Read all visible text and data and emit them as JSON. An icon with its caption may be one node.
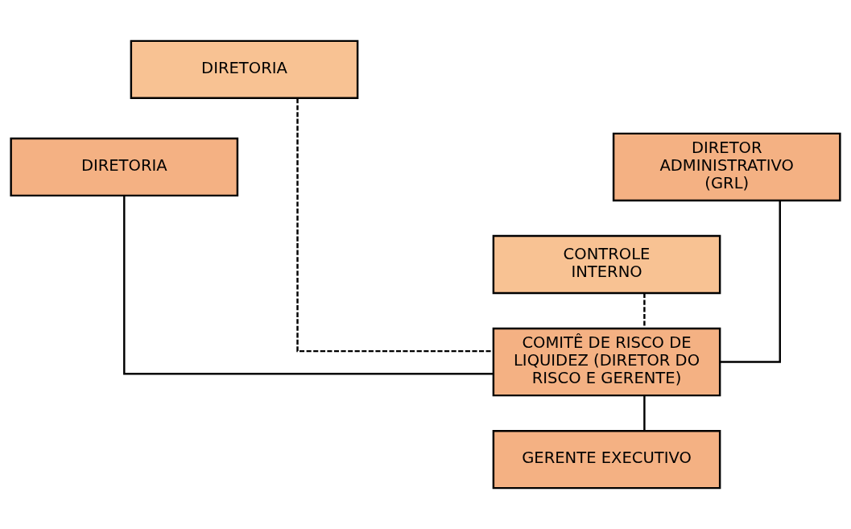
{
  "diagram": {
    "nodes": [
      {
        "text": [
          "DIRETORIA"
        ]
      },
      {
        "text": [
          "DIRETOR ADMINISTRATIVO (GRL)"
        ]
      },
      {
        "text": [
          "DIRETORIA"
        ]
      },
      {
        "text": [
          "CONTROLE INTERNO"
        ]
      },
      {
        "text": [
          "COMITÊ DE RISCO DE LIQUIDEZ (DIRETOR DO RISCO E GERENTE)"
        ]
      },
      {
        "text": [
          "GERENTE EXECUTIVO"
        ]
      }
    ],
    "edges": [
      {
        "from": 0,
        "to": 4,
        "arrow": "none",
        "style": "dashed"
      },
      {
        "from": 1,
        "to": 4,
        "arrow": "none"
      },
      {
        "from": 2,
        "to": 4,
        "arrow": "none"
      },
      {
        "from": 3,
        "to": 4,
        "arrow": "none",
        "style": "dashed"
      },
      {
        "from": 4,
        "to": 5,
        "arrow": "none"
      }
    ]
  }
}
